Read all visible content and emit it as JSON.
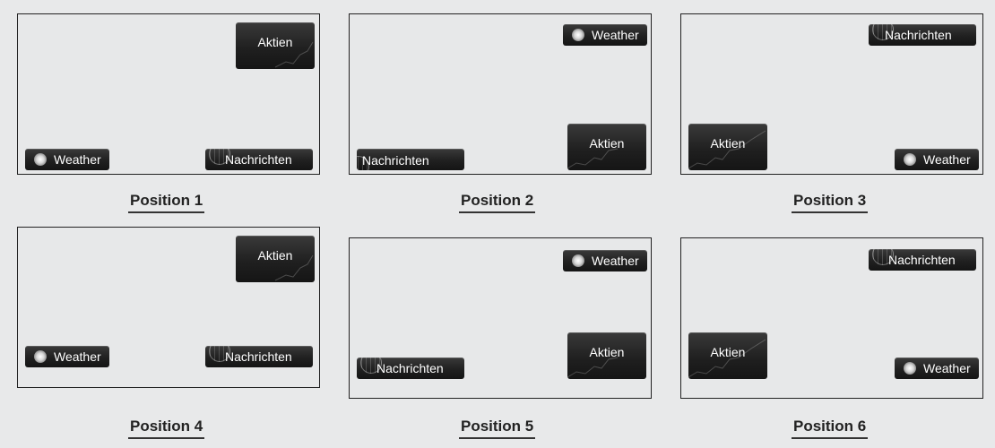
{
  "widgets": {
    "weather": "Weather",
    "news": "Nachrichten",
    "stocks": "Aktien"
  },
  "positions": [
    {
      "caption": "Position 1"
    },
    {
      "caption": "Position 2"
    },
    {
      "caption": "Position 3"
    },
    {
      "caption": "Position 4"
    },
    {
      "caption": "Position 5"
    },
    {
      "caption": "Position 6"
    }
  ],
  "icons": {
    "weather": "sun-icon",
    "news": "globe-icon",
    "stocks": "chart-line-icon"
  }
}
